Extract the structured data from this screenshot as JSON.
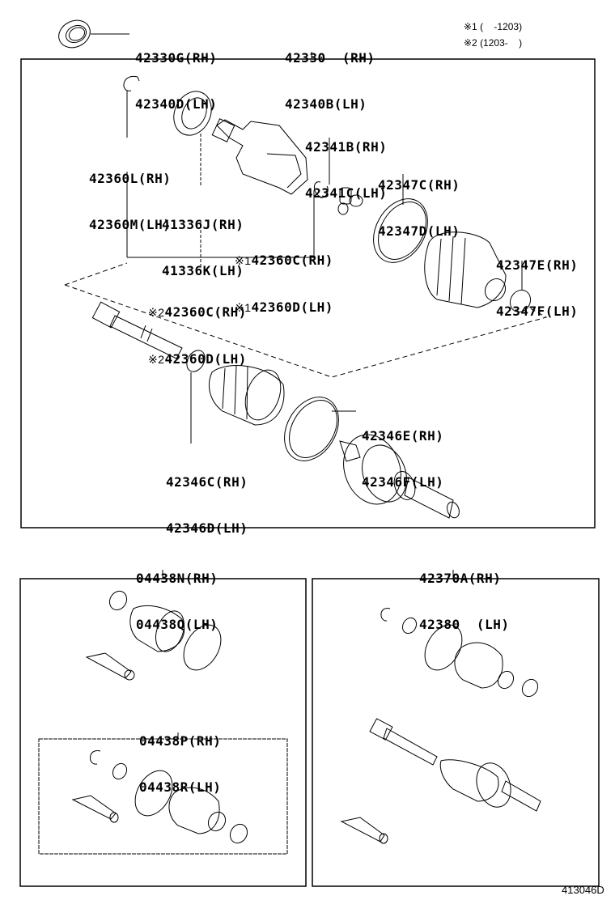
{
  "diagram": {
    "type": "exploded parts diagram",
    "subject": "Drive shaft / CV joint assembly",
    "figure_code": "413046D"
  },
  "notes": {
    "note1": "※1 (    -1203)",
    "note2": "※2 (1203-    )"
  },
  "labels": {
    "seal": {
      "rh": "42330G(RH)",
      "lh": "42340D(LH)"
    },
    "shaft_assembly": {
      "rh": "42330  (RH)",
      "lh": "42340B(LH)"
    },
    "snap_ring": {
      "rh": "42360L(RH)",
      "lh": "42360M(LH)"
    },
    "dust_seal": {
      "rh": "41336J(RH)",
      "lh": "41336K(LH)"
    },
    "inboard_joint_note1": {
      "mark": "※1",
      "rh": "42360C(RH)",
      "lh": "42360D(LH)"
    },
    "inboard_joint_note2": {
      "mark": "※2",
      "rh": "42360C(RH)",
      "lh": "42360D(LH)"
    },
    "tripod_snap_ring": {
      "rh": "42341B(RH)",
      "lh": "42341C(LH)"
    },
    "boot_clamp_large_inboard": {
      "rh": "42347C(RH)",
      "lh": "42347D(LH)"
    },
    "boot_clamp_small_inboard": {
      "rh": "42347E(RH)",
      "lh": "42347F(LH)"
    },
    "boot_clamp_large_outboard": {
      "rh": "42346E(RH)",
      "lh": "42346F(LH)"
    },
    "boot_clamp_small_outboard": {
      "rh": "42346C(RH)",
      "lh": "42346D(LH)"
    },
    "boot_kit_outboard": {
      "rh": "04438N(RH)",
      "lh": "04438Q(LH)"
    },
    "boot_kit_inboard": {
      "rh": "04438P(RH)",
      "lh": "04438R(LH)"
    },
    "outboard_shaft_assembly": {
      "rh": "42370A(RH)",
      "lh": "42380  (LH)"
    }
  }
}
